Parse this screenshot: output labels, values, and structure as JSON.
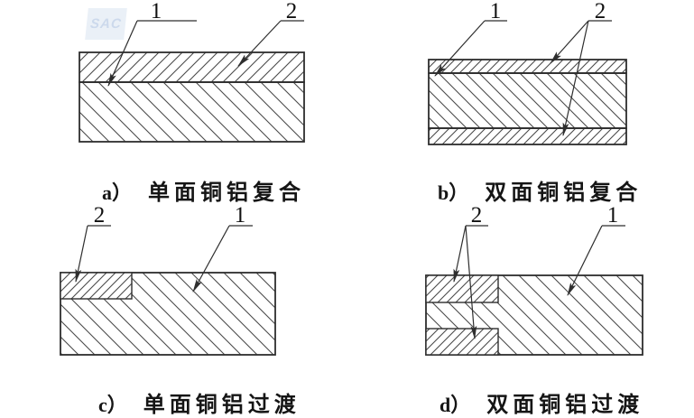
{
  "figure": {
    "watermark": "SAC",
    "diagrams": [
      {
        "key": "a",
        "caption_letter": "a）",
        "caption_text": "单面铜铝复合",
        "callout_base": "1",
        "callout_clad": "2"
      },
      {
        "key": "b",
        "caption_letter": "b）",
        "caption_text": "双面铜铝复合",
        "callout_base": "1",
        "callout_clad": "2"
      },
      {
        "key": "c",
        "caption_letter": "c）",
        "caption_text": "单面铜铝过渡",
        "callout_base": "1",
        "callout_clad": "2"
      },
      {
        "key": "d",
        "caption_letter": "d）",
        "caption_text": "双面铜铝过渡",
        "callout_base": "1",
        "callout_clad": "2"
      }
    ]
  },
  "colors": {
    "line": "#2e2e2e",
    "hatch": "#4a4a4a",
    "text": "#111111",
    "watermark_bg": "#eaf0f7",
    "watermark_text": "#ccd9ec",
    "background": "#ffffff"
  }
}
